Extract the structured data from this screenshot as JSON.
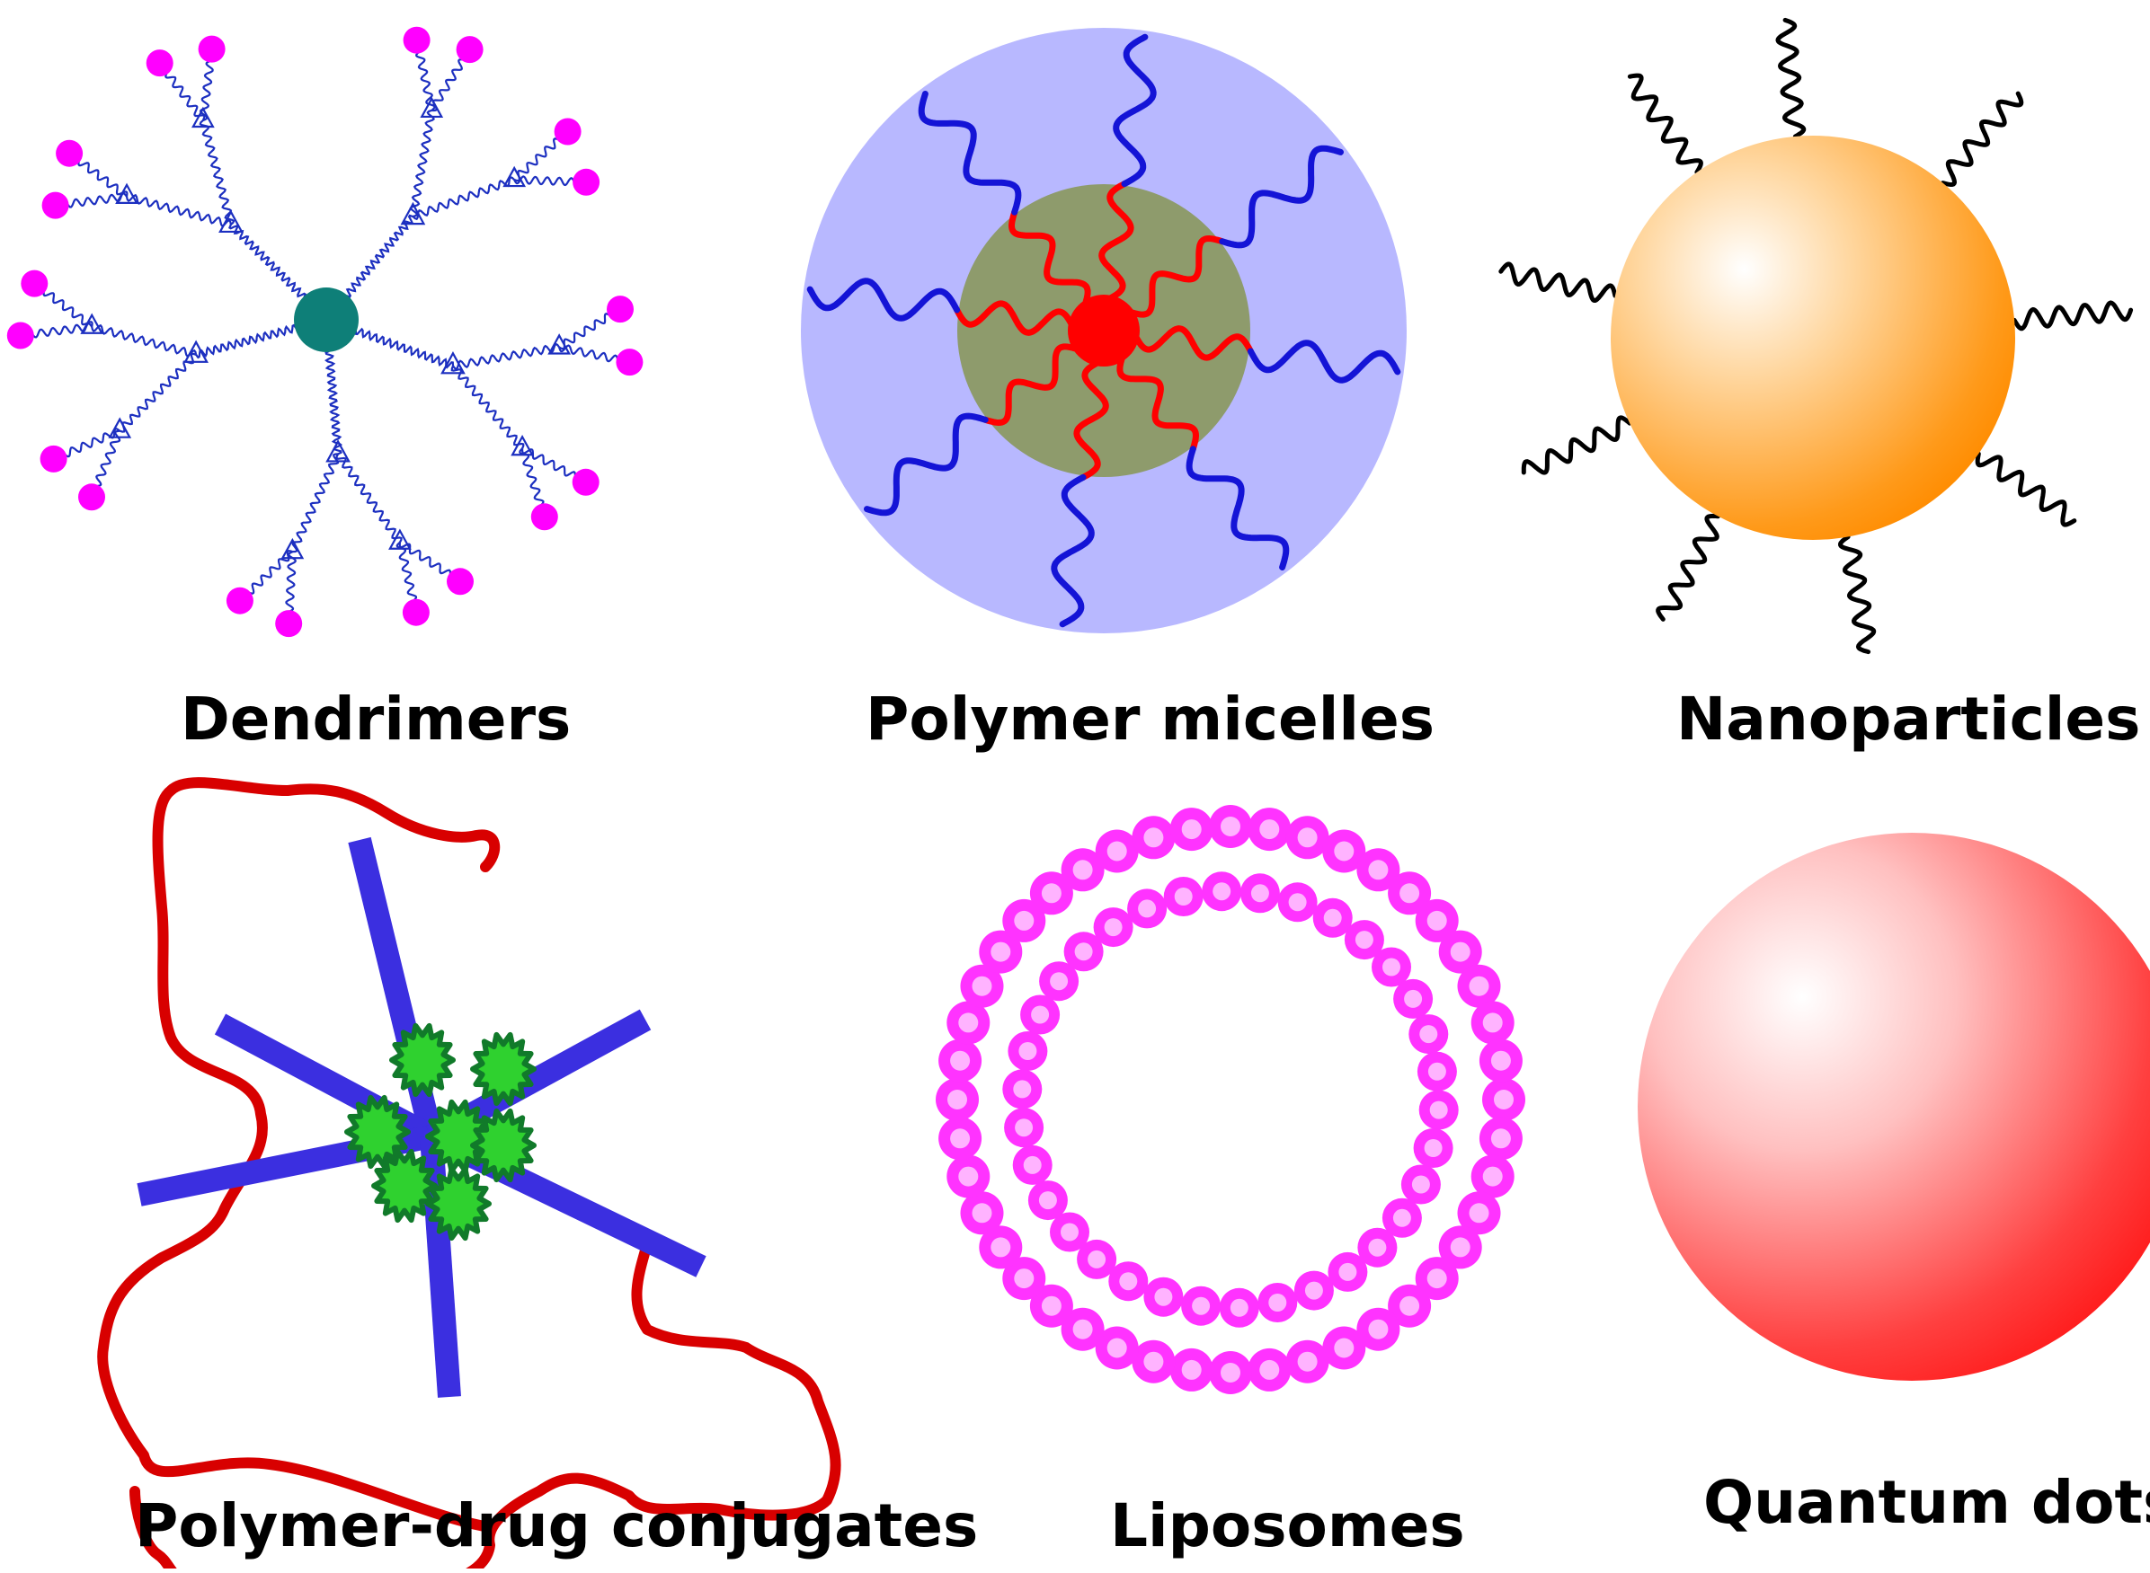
{
  "labels": {
    "dendrimers": "Dendrimers",
    "polymer_micelles": "Polymer micelles",
    "nanoparticles": "Nanoparticles",
    "polymer_drug_conjugates": "Polymer-drug conjugates",
    "liposomes": "Liposomes",
    "quantum_dots": "Quantum dots"
  },
  "colors": {
    "dendrimer_core": "#0e7f78",
    "dendrimer_branch": "#1c2fc0",
    "dendrimer_end": "#ff00ff",
    "micelle_shell": "#b8b8ff",
    "micelle_core_zone": "#8e9b6c",
    "micelle_hydrophilic": "#1414d6",
    "micelle_hydrophobic": "#ff0000",
    "nanoparticle_light": "#ffffff",
    "nanoparticle_dark": "#ff8c00",
    "nanoparticle_ligand": "#000000",
    "conjugate_backbone": "#d80000",
    "conjugate_linker": "#3b2fe0",
    "conjugate_drug": "#2fd12f",
    "conjugate_drug_edge": "#117a2a",
    "liposome_head": "#ff33ff",
    "liposome_head_inner": "#ffb3ff",
    "quantum_dot_light": "#ffffff",
    "quantum_dot_dark": "#ff1a1a"
  }
}
